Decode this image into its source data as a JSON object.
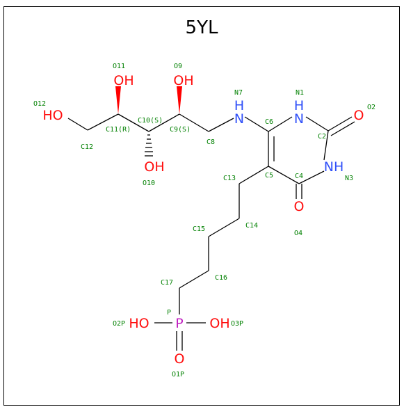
{
  "title": "5YL",
  "colors": {
    "carbon_bond": "#808080",
    "nitrogen": "#3050f8",
    "oxygen": "#ff0d0d",
    "phosphorus": "#c020c0",
    "atom_label": "#008000",
    "wedge": "#ff0000",
    "border": "#000000"
  },
  "atoms": {
    "O12": {
      "symbol": "HO",
      "label": "O12"
    },
    "O11": {
      "symbol": "OH",
      "label": "O11"
    },
    "O10": {
      "symbol": "OH",
      "label": "O10"
    },
    "O9": {
      "symbol": "OH",
      "label": "O9"
    },
    "N7": {
      "symbol": "H\nN",
      "label": "N7"
    },
    "N1": {
      "symbol": "H\nN",
      "label": "N1"
    },
    "O2": {
      "symbol": "O",
      "label": "O2"
    },
    "N3": {
      "symbol": "NH",
      "label": "N3"
    },
    "O4": {
      "symbol": "O",
      "label": "O4"
    },
    "P": {
      "symbol": "P",
      "label": "P"
    },
    "O2P": {
      "symbol": "HO",
      "label": "O2P"
    },
    "O3P": {
      "symbol": "OH",
      "label": "O3P"
    },
    "O1P": {
      "symbol": "O",
      "label": "O1P"
    }
  },
  "carbon_labels": {
    "C12": "C12",
    "C11": "C11(R)",
    "C10": "C10(S)",
    "C9": "C9(S)",
    "C8": "C8",
    "C6": "C6",
    "C2": "C2",
    "C5": "C5",
    "C4": "C4",
    "C13": "C13",
    "C14": "C14",
    "C15": "C15",
    "C16": "C16",
    "C17": "C17"
  }
}
